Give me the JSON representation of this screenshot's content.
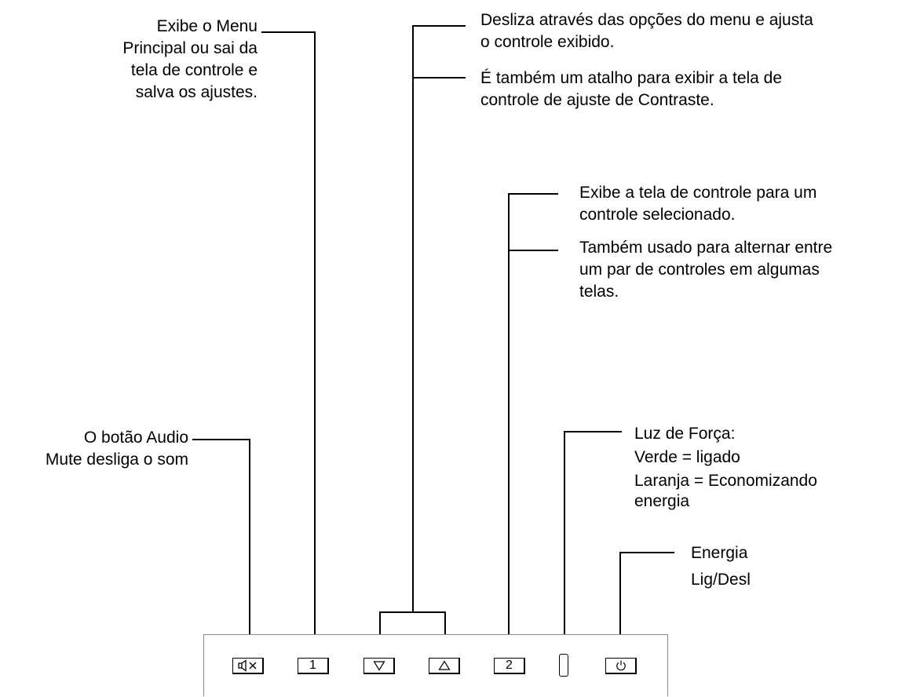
{
  "callouts": {
    "menu": [
      "Exibe o Menu",
      "Principal ou sai da",
      "tela de controle e",
      "salva os ajustes."
    ],
    "scroll": [
      "Desliza através das opções do menu e ajusta",
      "o controle exibido."
    ],
    "contrast": [
      "É também um atalho para exibir a tela de",
      "controle de ajuste de Contraste."
    ],
    "select": [
      "Exibe a tela de controle para um",
      "controle selecionado."
    ],
    "toggle": [
      "Também usado para alternar entre",
      "um par de controles em algumas",
      "telas."
    ],
    "mute": [
      "O botão Audio",
      "Mute desliga o som"
    ],
    "power_light": [
      "Luz de Força:",
      "Verde = ligado",
      "Laranja = Economizando",
      "energia"
    ],
    "power": [
      "Energia",
      "Lig/Desl"
    ]
  },
  "panel": {
    "mute_icon": "speaker-mute-icon",
    "button1": "1",
    "down_icon": "triangle-down-icon",
    "up_icon": "triangle-up-icon",
    "button2": "2",
    "power_icon": "power-icon"
  }
}
